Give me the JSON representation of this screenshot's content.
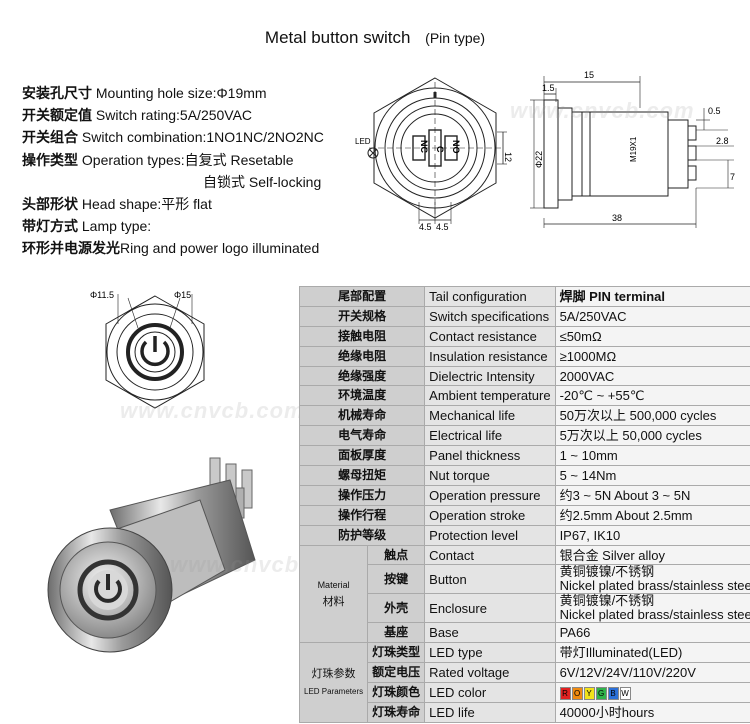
{
  "title": "Metal button switch",
  "subtitle": "(Pin type)",
  "specs": [
    {
      "cn": "安装孔尺寸",
      "en": " Mounting hole size:Φ19mm"
    },
    {
      "cn": "开关额定值",
      "en": " Switch rating:5A/250VAC"
    },
    {
      "cn": "开关组合",
      "en": " Switch combination:1NO1NC/2NO2NC"
    },
    {
      "cn": "操作类型",
      "en": " Operation types:自复式 Resetable"
    },
    {
      "cn": "",
      "en": "自锁式 Self-locking"
    },
    {
      "cn": "头部形状",
      "en": " Head shape:平形 flat"
    },
    {
      "cn": "带灯方式",
      "en": " Lamp type:"
    },
    {
      "cn": "环形并电源发光",
      "en": "Ring and power logo illuminated"
    }
  ],
  "front_drawing": {
    "led_label": "LED",
    "nc_label": "NC",
    "c_label": "C",
    "no_label": "NO",
    "dim_right": "12",
    "dim_left": "4.5",
    "dim_right_bottom": "4.5"
  },
  "side_drawing": {
    "dim_15": "15",
    "dim_1_5": "1.5",
    "dim_0_5": "0.5",
    "dim_phi22": "Φ22",
    "thread": "M19X1",
    "dim_2_8": "2.8",
    "dim_7": "7",
    "dim_38": "38"
  },
  "head_drawing": {
    "dim_11_5": "Φ11.5",
    "dim_15": "Φ15"
  },
  "watermark": "www.cnvcb.com",
  "params": [
    {
      "cn": "尾部配置",
      "en": "Tail configuration",
      "val": "焊脚  PIN terminal"
    },
    {
      "cn": "开关规格",
      "en": "Switch specifications",
      "val": "5A/250VAC"
    },
    {
      "cn": "接触电阻",
      "en": "Contact resistance",
      "val": "≤50mΩ"
    },
    {
      "cn": "绝缘电阻",
      "en": "Insulation resistance",
      "val": "≥1000MΩ"
    },
    {
      "cn": "绝缘强度",
      "en": "Dielectric Intensity",
      "val": "2000VAC"
    },
    {
      "cn": "环境温度",
      "en": "Ambient temperature",
      "val": "-20℃ ~ +55℃"
    },
    {
      "cn": "机械寿命",
      "en": "Mechanical life",
      "val": "50万次以上 500,000 cycles"
    },
    {
      "cn": "电气寿命",
      "en": "Electrical life",
      "val": "5万次以上 50,000  cycles"
    },
    {
      "cn": "面板厚度",
      "en": "Panel thickness",
      "val": "1 ~ 10mm"
    },
    {
      "cn": "螺母扭矩",
      "en": "Nut torque",
      "val": "5 ~ 14Nm"
    },
    {
      "cn": "操作压力",
      "en": "Operation pressure",
      "val": "约3 ~ 5N About 3 ~ 5N"
    },
    {
      "cn": "操作行程",
      "en": "Operation stroke",
      "val": "约2.5mm About 2.5mm"
    },
    {
      "cn": "防护等级",
      "en": "Protection level",
      "val": "IP67, IK10"
    }
  ],
  "material_group": {
    "label_cn": "材料",
    "label_en": "Material"
  },
  "material": [
    {
      "cn": "触点",
      "en": "Contact",
      "val": "银合金 Silver alloy"
    },
    {
      "cn": "按键",
      "en": "Button",
      "val": "黄铜镀镍/不锈钢",
      "val2": "Nickel plated brass/stainless steel"
    },
    {
      "cn": "外壳",
      "en": "Enclosure",
      "val": "黄铜镀镍/不锈钢",
      "val2": "Nickel plated brass/stainless steel"
    },
    {
      "cn": "基座",
      "en": "Base",
      "val": "PA66"
    }
  ],
  "led_group": {
    "label_cn": "灯珠参数",
    "label_en": "LED Parameters"
  },
  "led": [
    {
      "cn": "灯珠类型",
      "en": "LED type",
      "val": "带灯Illuminated(LED)"
    },
    {
      "cn": "额定电压",
      "en": "Rated voltage",
      "val": "6V/12V/24V/110V/220V"
    },
    {
      "cn": "灯珠颜色",
      "en": "LED color",
      "val": ""
    },
    {
      "cn": "灯珠寿命",
      "en": "LED life",
      "val": "40000小时hours"
    }
  ],
  "led_colors": [
    {
      "letter": "R",
      "color": "#e02020"
    },
    {
      "letter": "O",
      "color": "#f08a10"
    },
    {
      "letter": "Y",
      "color": "#f2e21a"
    },
    {
      "letter": "G",
      "color": "#2fb34a"
    },
    {
      "letter": "B",
      "color": "#2a6fd8"
    },
    {
      "letter": "W",
      "color": "#ffffff"
    }
  ]
}
